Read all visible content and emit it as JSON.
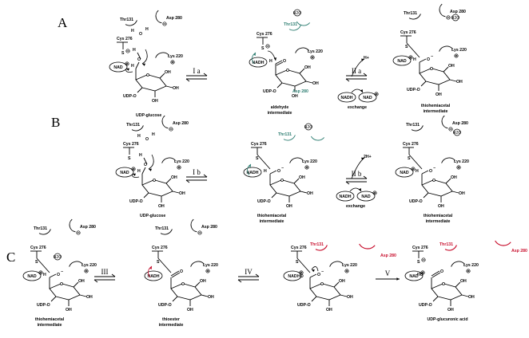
{
  "panels": {
    "A": "A",
    "B": "B",
    "C": "C"
  },
  "residues": {
    "thr": "Thr131",
    "asp": "Asp 280",
    "cys": "Cys 276",
    "lys": "Lys 220",
    "h2o": "H2O",
    "oh": "OH",
    "udp": "UDP-O",
    "s": "S",
    "o": "O",
    "h": "H"
  },
  "cofactors": {
    "nad": "NAD+",
    "nadh": "NADH"
  },
  "steps": {
    "Ia": "I a",
    "IIa": "II a",
    "Ib": "I b",
    "IIb": "II b",
    "III": "III",
    "IV": "IV",
    "V": "V"
  },
  "protons": {
    "a": "H+",
    "b": "2H+"
  },
  "labels": {
    "udp_glucose": "UDP-glucose",
    "aldehyde": [
      "aldehyde",
      "intermediate"
    ],
    "thiohemiacetal": [
      "thiohemiacetal",
      "intermediate"
    ],
    "thioester": [
      "thioester",
      "intermediate"
    ],
    "exchange": "exchange",
    "udp_glucuronic": "UDP-glucuronic acid"
  },
  "colors": {
    "teal": "#2e7e72",
    "red": "#c8102e"
  }
}
